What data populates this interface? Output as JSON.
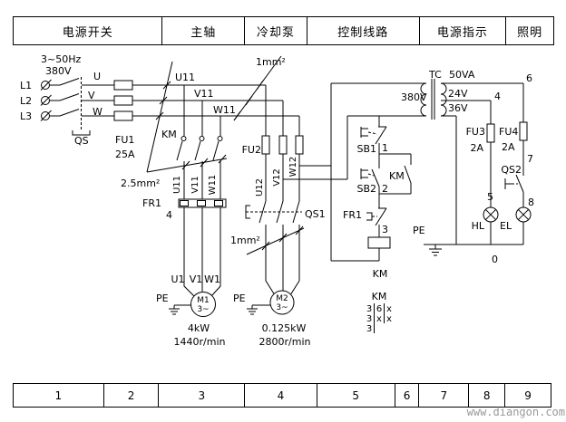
{
  "top_table": {
    "cells": [
      "电源开关",
      "主轴",
      "冷却泵",
      "控制线路",
      "电源指示",
      "照明"
    ]
  },
  "bottom_table": {
    "cells": [
      "1",
      "2",
      "3",
      "4",
      "5",
      "6",
      "7",
      "8",
      "9"
    ]
  },
  "watermark": "www.diangon.com",
  "supply": {
    "freq": "3~50Hz",
    "volt": "380V",
    "l1": "L1",
    "l2": "L2",
    "l3": "L3",
    "qs": "QS",
    "u": "U",
    "v": "V",
    "w": "W",
    "fu1": "FU1",
    "fu1_rating": "25A",
    "cable": "2.5mm²"
  },
  "bus": {
    "u11": "U11",
    "v11": "V11",
    "w11": "W11",
    "cable": "1mm²"
  },
  "spindle": {
    "km": "KM",
    "u11": "U11",
    "v11": "V11",
    "w11": "W11",
    "fr1": "FR1",
    "fr1_no": "4",
    "u1": "U1",
    "v1": "V1",
    "w1": "W1",
    "pe": "PE",
    "motor": "M1",
    "phase": "3~",
    "power": "4kW",
    "speed": "1440r/min"
  },
  "pump": {
    "fu2": "FU2",
    "u12": "U12",
    "v12": "V12",
    "w12": "W12",
    "qs1": "QS1",
    "cable": "1mm²",
    "pe": "PE",
    "motor": "M2",
    "phase": "3~",
    "power": "0.125kW",
    "speed": "2800r/min"
  },
  "control": {
    "tc": "TC",
    "rating": "50VA",
    "primary": "380V",
    "sb1": "SB1",
    "sb2": "SB2",
    "km_aux": "KM",
    "fr1": "FR1",
    "coil": "KM",
    "n1": "1",
    "n2": "2",
    "n3": "3",
    "km_table": {
      "title": "KM",
      "r0c0": "3",
      "r0c1": "6",
      "r0c2": "x",
      "r1c0": "3",
      "r1c1": "x",
      "r1c2": "x",
      "r2c0": "3"
    }
  },
  "secondary": {
    "v24": "24V",
    "v36": "36V",
    "n4": "4",
    "n6": "6",
    "fu3": "FU3",
    "fu3_rating": "2A",
    "fu4": "FU4",
    "fu4_rating": "2A",
    "n7": "7",
    "qs2": "QS2",
    "n5": "5",
    "n8": "8",
    "hl": "HL",
    "el": "EL",
    "pe": "PE",
    "n0": "0"
  }
}
